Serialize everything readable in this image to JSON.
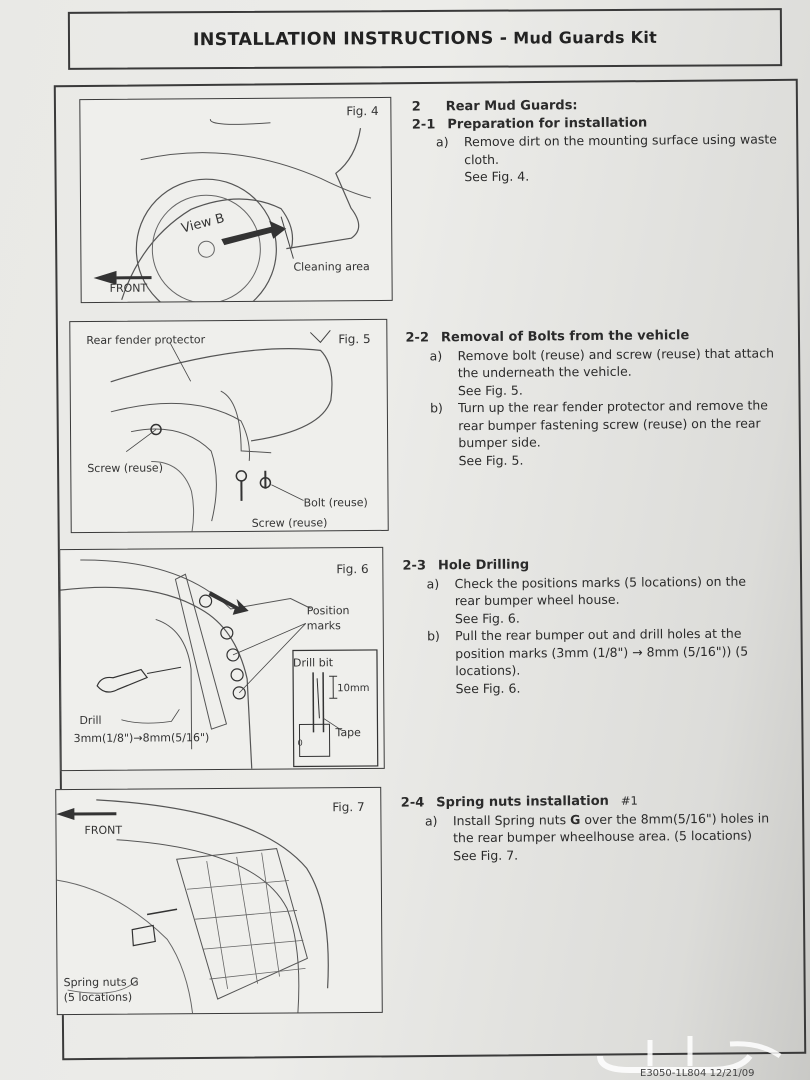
{
  "header": {
    "title_main": "INSTALLATION INSTRUCTIONS",
    "title_dash": "-",
    "title_kit": "Mud Guards Kit"
  },
  "fig4": {
    "label": "Fig. 4",
    "view": "View B",
    "cleaning": "Cleaning area",
    "front": "FRONT"
  },
  "fig5": {
    "label": "Fig. 5",
    "protector": "Rear fender protector",
    "screw1": "Screw (reuse)",
    "bolt": "Bolt (reuse)",
    "screw2": "Screw (reuse)"
  },
  "fig6": {
    "label": "Fig. 6",
    "position": "Position",
    "marks": "marks",
    "drillbit": "Drill bit",
    "mm10": "10mm",
    "tape": "Tape",
    "zero": "0",
    "drill": "Drill",
    "size": "3mm(1/8\")→8mm(5/16\")"
  },
  "fig7": {
    "label": "Fig. 7",
    "front": "FRONT",
    "nuts": "Spring nuts G",
    "locs": "(5 locations)"
  },
  "s2": {
    "num": "2",
    "title": "Rear Mud Guards:"
  },
  "s21": {
    "num": "2-1",
    "title": "Preparation for installation",
    "a_letter": "a)",
    "a_text": "Remove dirt on the mounting surface using waste cloth.",
    "a_see": "See Fig. 4."
  },
  "s22": {
    "num": "2-2",
    "title": "Removal of Bolts from the vehicle",
    "a_letter": "a)",
    "a_text": "Remove bolt (reuse) and screw (reuse) that attach the underneath the vehicle.",
    "a_see": "See Fig. 5.",
    "b_letter": "b)",
    "b_text": "Turn up the rear fender protector and remove the rear bumper fastening screw (reuse) on the rear bumper side.",
    "b_see": "See Fig. 5."
  },
  "s23": {
    "num": "2-3",
    "title": "Hole Drilling",
    "a_letter": "a)",
    "a_text": "Check the positions marks (5 locations) on the rear bumper wheel house.",
    "a_see": "See Fig. 6.",
    "b_letter": "b)",
    "b_text": "Pull the rear bumper out and drill holes at the position marks (3mm (1/8\") → 8mm (5/16\")) (5 locations).",
    "b_see": "See Fig. 6."
  },
  "s24": {
    "num": "2-4",
    "title": "Spring nuts installation",
    "tag": "#1",
    "a_letter": "a)",
    "a_pre": "Install Spring nuts ",
    "a_bold": "G",
    "a_post": " over the 8mm(5/16\") holes in the rear bumper wheelhouse area. (5 locations)",
    "a_see": "See Fig. 7."
  },
  "footer": {
    "code": "E3050-1L804 12/21/09"
  },
  "colors": {
    "paper": "#ececea",
    "ink": "#2a2a2a",
    "background": "#8f8f8b"
  }
}
